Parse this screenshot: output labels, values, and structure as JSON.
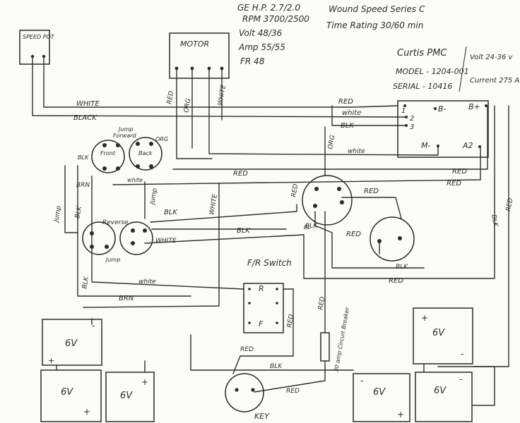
{
  "specs": {
    "hp": "GE  H.P. 2.7/2.0",
    "rpm": "RPM  3700/2500",
    "volt": "Volt  48/36",
    "amp": "Amp  55/55",
    "frame": "FR 48",
    "wound": "Wound Speed Series C",
    "rating": "Time Rating  30/60 min"
  },
  "controller": {
    "title": "Curtis PMC",
    "model": "MODEL - 1204-001",
    "serial": "SERIAL - 10416",
    "volt": "Volt 24-36 v",
    "current": "Current 275 A"
  },
  "labels": {
    "speed_pot": "SPEED POT",
    "motor": "MOTOR",
    "front": "Front",
    "back": "Back",
    "reverse": "Reverse",
    "forward": "Forward",
    "fr_switch": "F/R Switch",
    "r": "R",
    "f": "F",
    "key": "KEY",
    "breaker": "30 amp Circuit Breaker",
    "t1": "1",
    "t2": "2",
    "t3": "3",
    "b_minus": "B-",
    "b_plus": "B+",
    "m_minus": "M-",
    "a2": "A2",
    "plus": "+",
    "minus": "-"
  },
  "wire_labels": {
    "white": "WHITE",
    "black": "BLACK",
    "red": "RED",
    "white2": "white",
    "blk": "BLK",
    "org": "ORG",
    "brn": "BRN",
    "jump": "Jump",
    "bl": "BL",
    "wht": "WHITE",
    "red_vert": "RED",
    "org_vert": "ORG",
    "white_vert": "WHITE"
  },
  "batteries": [
    "6V",
    "6V",
    "6V",
    "6V",
    "6V",
    "6V"
  ],
  "colors": {
    "paper": "#fbfbf8",
    "ink": "#2b2b2b"
  }
}
